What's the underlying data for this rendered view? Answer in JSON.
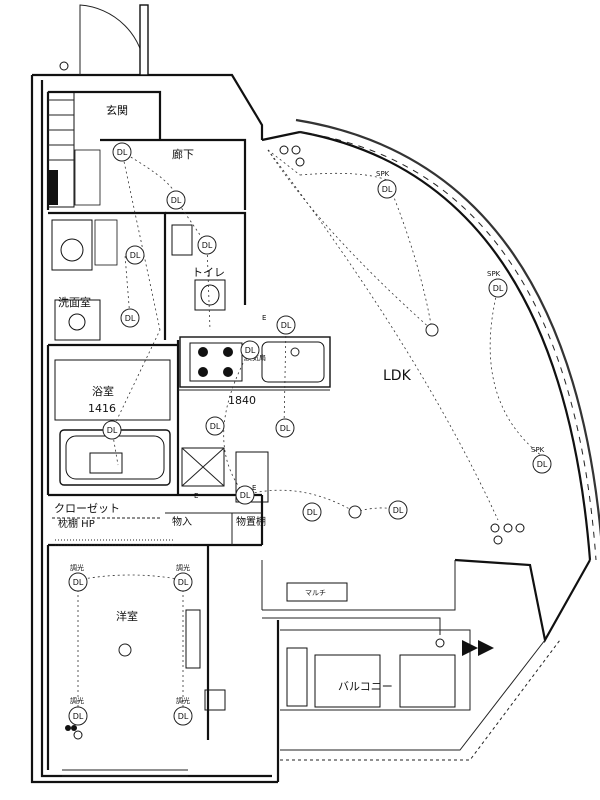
{
  "rooms": {
    "entrance": "玄関",
    "hallway": "廊下",
    "toilet": "トイレ",
    "washroom": "洗面室",
    "bathroom": "浴室",
    "bath_size": "1416",
    "ldk": "LDK",
    "kitchen_width": "1840",
    "closet": "クローゼット",
    "closet_sub": "枕棚 HP",
    "storage": "物入",
    "storage2": "物置棚",
    "bedroom": "洋室",
    "balcony": "バルコニー",
    "multi": "マルチ"
  },
  "fixtures": {
    "downlight": "DL",
    "speaker": "SPK",
    "dimmer": "調光",
    "sensor": "E"
  }
}
